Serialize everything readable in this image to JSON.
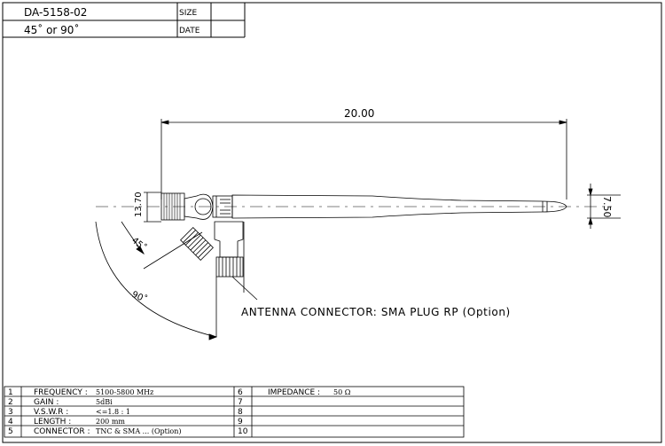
{
  "title_block": {
    "part_no": "DA-5158-02",
    "variant": "45˚  or   90˚",
    "size_label": "SIZE",
    "date_label": "DATE"
  },
  "drawing": {
    "dim_length": "20.00",
    "dim_height": "13.70",
    "dim_tip": "7.50",
    "angle_45": "45˚",
    "angle_90": "90˚",
    "connector_note": "ANTENNA CONNECTOR: SMA PLUG RP (Option)"
  },
  "spec_table": {
    "left": [
      {
        "num": "1",
        "label": "FREQUENCY  :",
        "value": "5100-5800 MHz"
      },
      {
        "num": "2",
        "label": "GAIN  :",
        "value": "5dBi"
      },
      {
        "num": "3",
        "label": "V.S.W.R  :",
        "value": "<=1.8 : 1"
      },
      {
        "num": "4",
        "label": "LENGTH  :",
        "value": "200 mm"
      },
      {
        "num": "5",
        "label": "CONNECTOR  :",
        "value": "TNC & SMA ... (Option)"
      }
    ],
    "right": [
      {
        "num": "6",
        "label": "IMPEDANCE  :",
        "value": "50 Ω"
      },
      {
        "num": "7",
        "label": "",
        "value": ""
      },
      {
        "num": "8",
        "label": "",
        "value": ""
      },
      {
        "num": "9",
        "label": "",
        "value": ""
      },
      {
        "num": "10",
        "label": "",
        "value": ""
      }
    ]
  }
}
